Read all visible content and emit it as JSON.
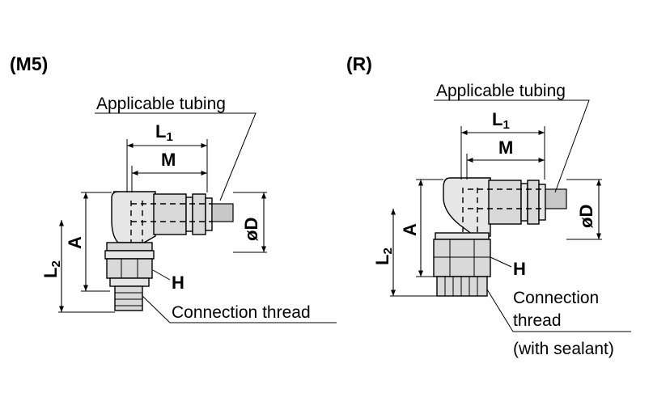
{
  "figure": {
    "m5": {
      "title": "(M5)",
      "applicable_tubing": "Applicable tubing",
      "connection_thread": "Connection thread",
      "dim_L1": "L",
      "dim_L1_sub": "1",
      "dim_M": "M",
      "dim_A": "A",
      "dim_L2": "L",
      "dim_L2_sub": "2",
      "dim_H": "H",
      "dim_D": "øD"
    },
    "r": {
      "title": "(R)",
      "applicable_tubing": "Applicable tubing",
      "connection_thread_line1": "Connection",
      "connection_thread_line2": "thread",
      "connection_thread_line3": "(with sealant)",
      "dim_L1": "L",
      "dim_L1_sub": "1",
      "dim_M": "M",
      "dim_A": "A",
      "dim_L2": "L",
      "dim_L2_sub": "2",
      "dim_H": "H",
      "dim_D": "øD"
    }
  }
}
